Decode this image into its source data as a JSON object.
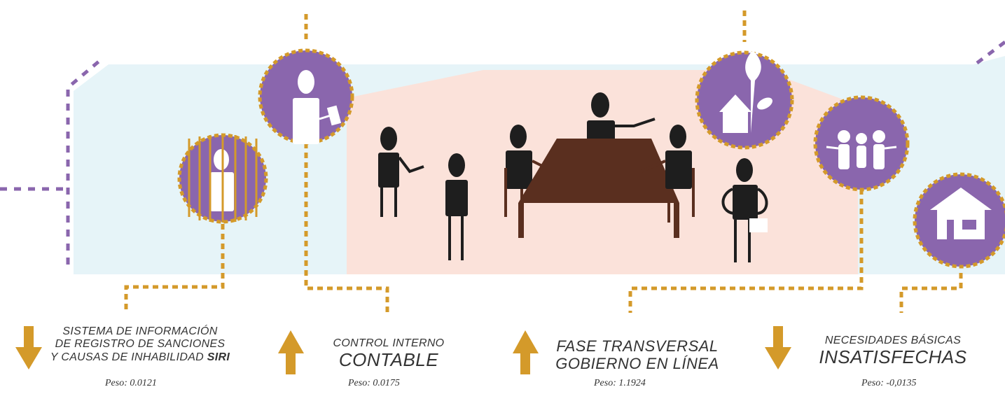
{
  "colors": {
    "purple": "#8a66ad",
    "gold": "#d49a2a",
    "light_blue": "#e6f4f8",
    "pink": "#fbe2da",
    "table_brown": "#5a2f1f",
    "figure": "#1e1e1e"
  },
  "indicators": [
    {
      "icon": "jail-person-icon",
      "arrow": "down",
      "line1": "SISTEMA DE INFORMACIÓN",
      "line2": "DE REGISTRO DE SANCIONES",
      "line3_plain": "Y CAUSAS DE INHABILIDAD ",
      "line3_bold": "SIRI",
      "weight": "Peso: 0.0121"
    },
    {
      "icon": "person-with-document-icon",
      "arrow": "up",
      "line1": "CONTROL INTERNO",
      "line2": "CONTABLE",
      "weight": "Peso: 0.0175"
    },
    {
      "icon": "house-leaf-icon",
      "arrow": "up",
      "line1": "FASE TRANSVERSAL",
      "line2": "GOBIERNO EN LÍNEA",
      "weight": "Peso: 1.1924"
    },
    {
      "icon": "house-icon",
      "arrow": "down",
      "line1": "NECESIDADES BÁSICAS",
      "line2": "INSATISFECHAS",
      "weight": "Peso: -0,0135"
    }
  ]
}
